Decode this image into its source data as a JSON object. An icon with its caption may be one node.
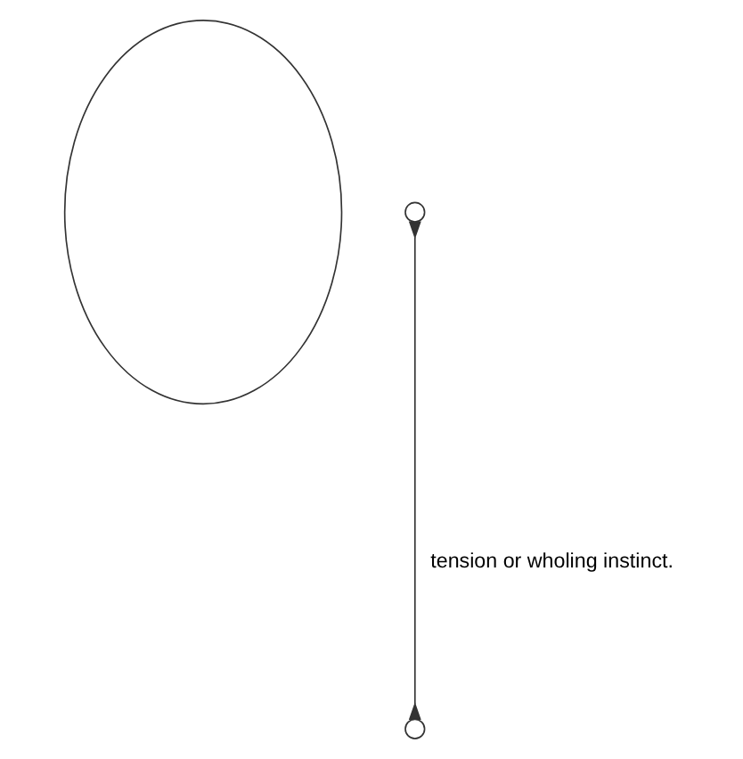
{
  "diagram": {
    "nodes": [
      {
        "text": [],
        "shape": "oval"
      },
      {
        "text": [],
        "shape": "circle"
      },
      {
        "text": [],
        "shape": "circle"
      }
    ],
    "edges": [
      {
        "from": 1,
        "to": 2,
        "arrow": "other",
        "label": "tension or wholing instinct."
      }
    ]
  }
}
